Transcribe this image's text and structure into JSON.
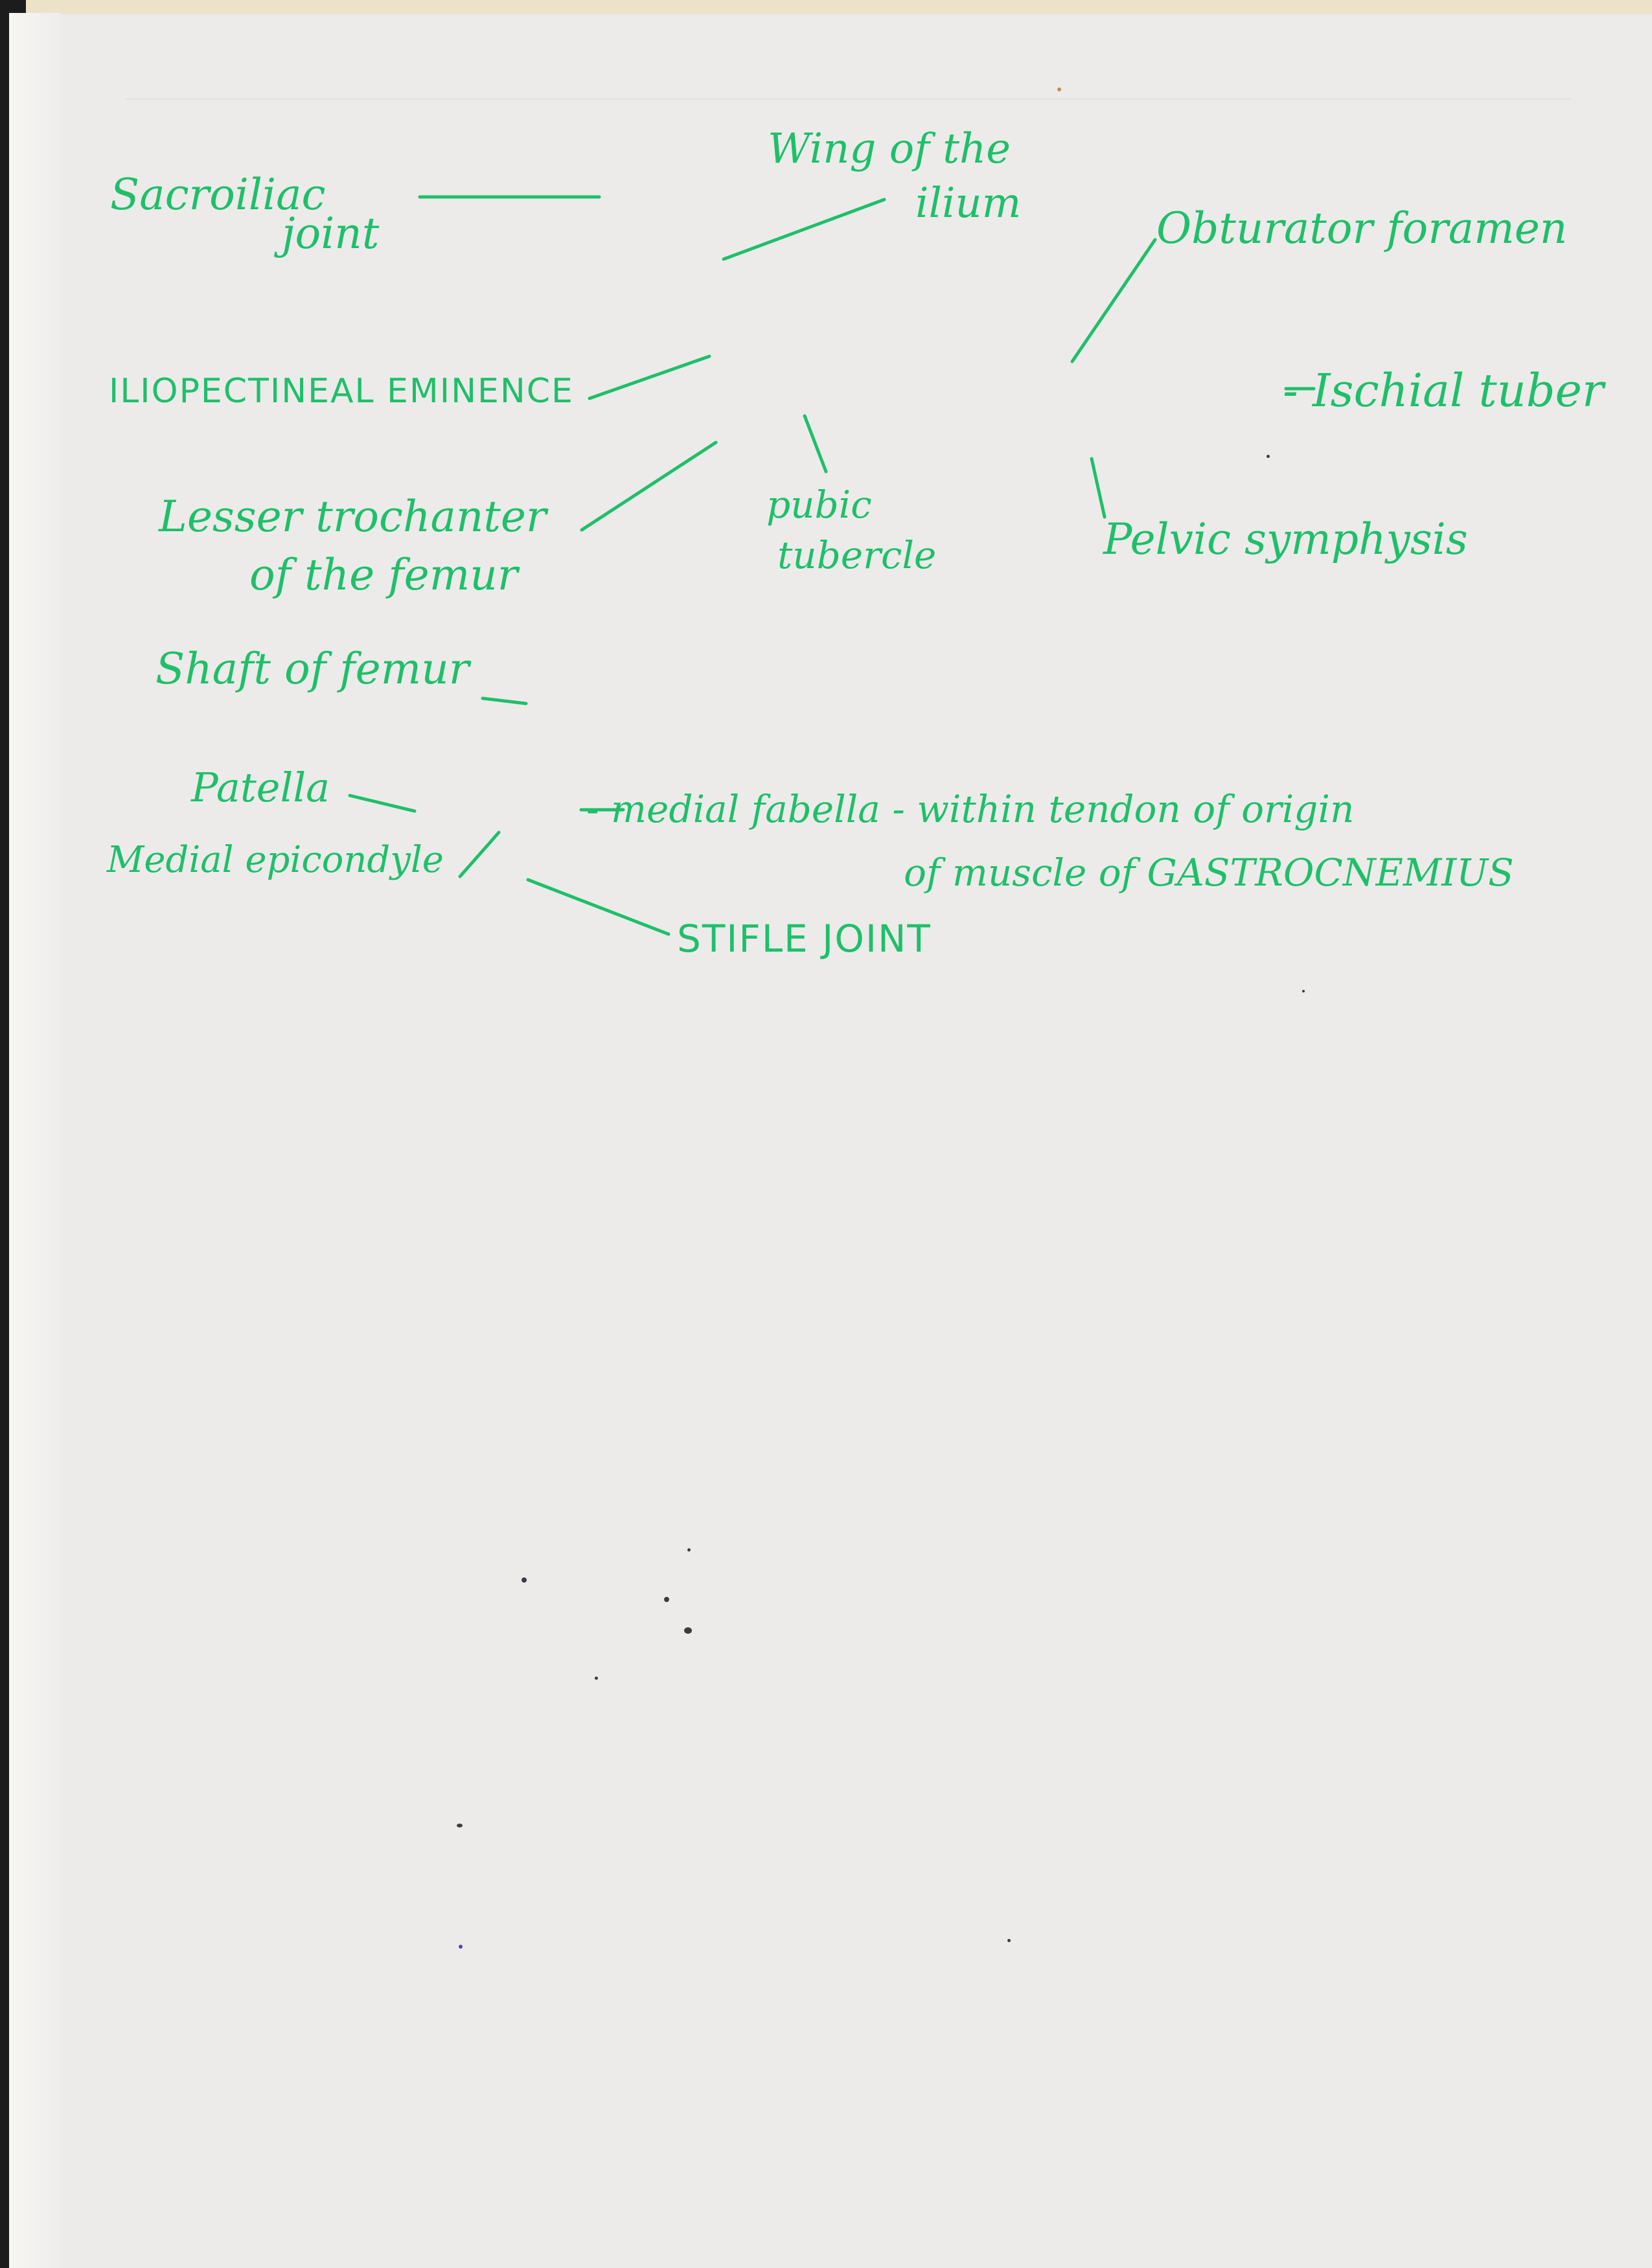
{
  "labels": {
    "sacroiliac_1": "Sacroiliac",
    "sacroiliac_2": "joint",
    "wing_1": "Wing of the",
    "wing_2": "ilium",
    "obturator": "Obturator foramen",
    "iliopectineal": "ILIOPECTINEAL EMINENCE",
    "ischial": "- Ischial tuber",
    "lesser_1": "Lesser trochanter",
    "lesser_2": "of the femur",
    "pubic_1": "pubic",
    "pubic_2": "tubercle",
    "pelvic": "Pelvic symphysis",
    "shaft": "Shaft of femur",
    "patella": "Patella",
    "medial_epicondyle": "Medial epicondyle",
    "fabella_1": "- medial fabella - within tendon of origin",
    "fabella_2": "of muscle of GASTROCNEMIUS",
    "stifle": "STIFLE JOINT"
  },
  "ink_color": "#1fbf6a"
}
